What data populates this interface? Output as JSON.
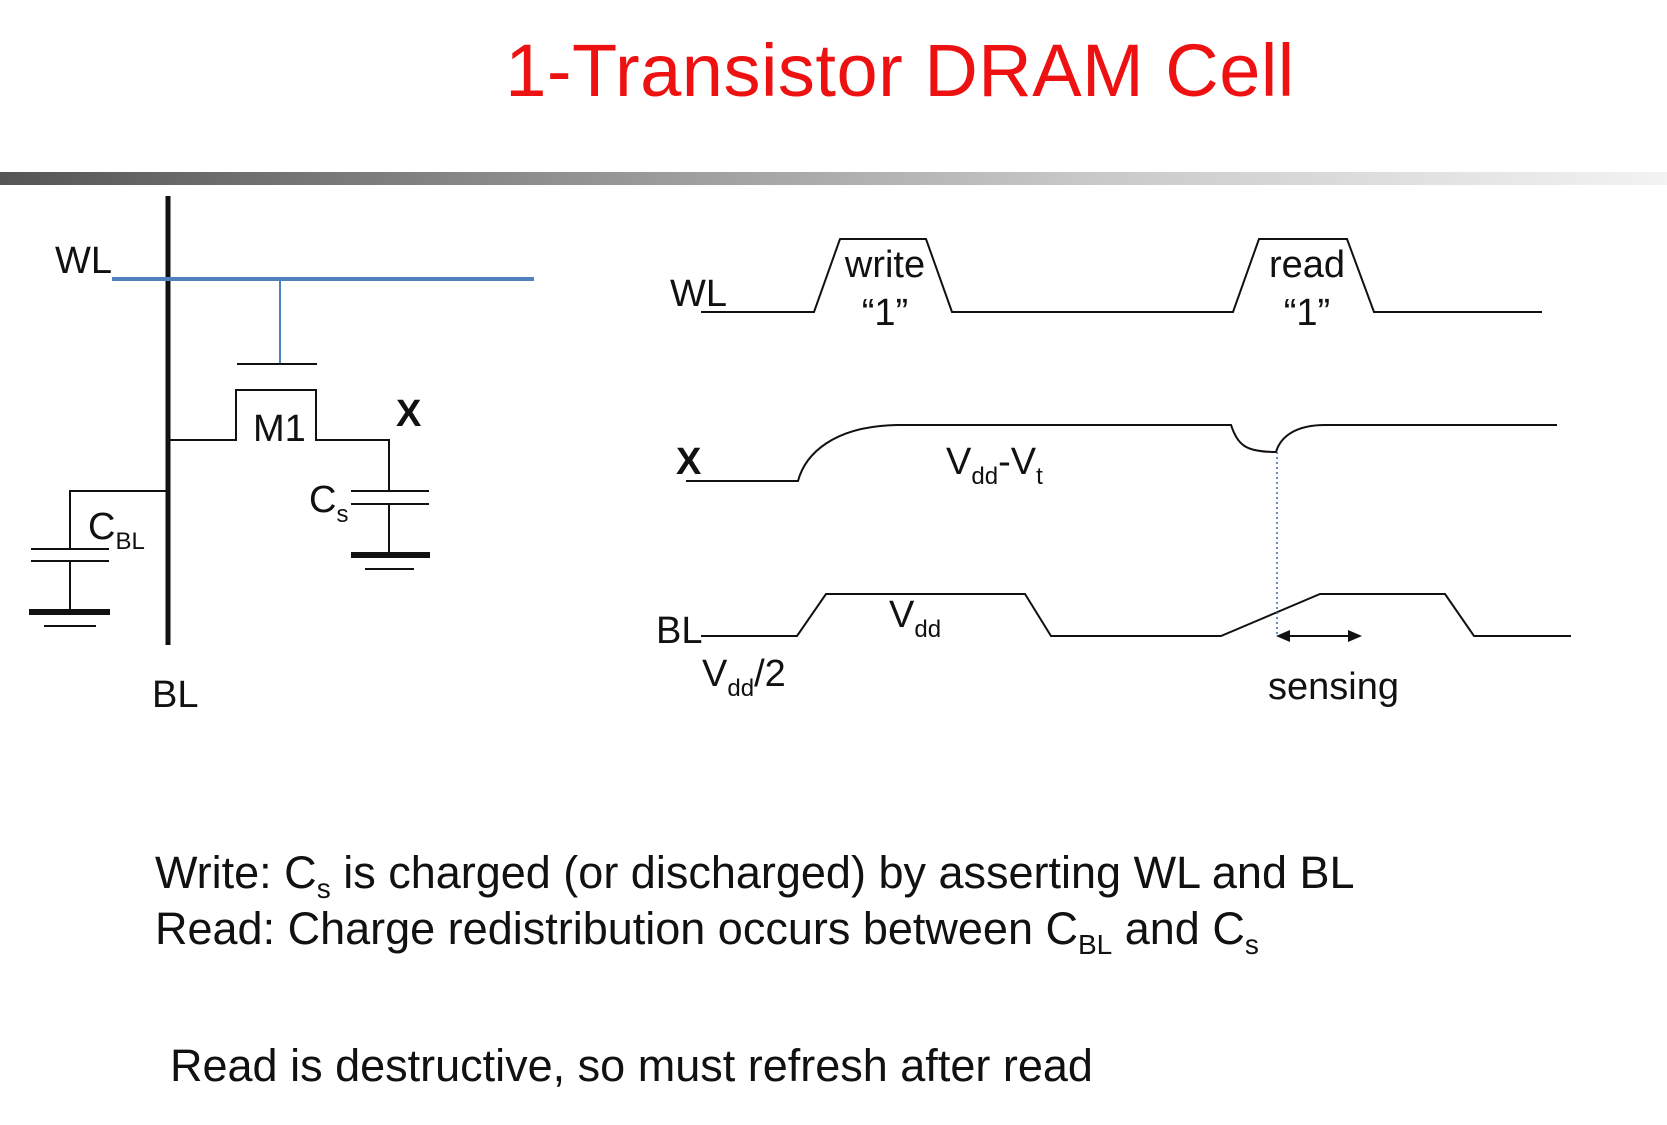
{
  "title": "1-Transistor DRAM Cell",
  "circuit": {
    "wl_label": "WL",
    "bl_label": "BL",
    "transistor_label": "M1",
    "node_label": "X",
    "cs_label": {
      "main": "C",
      "sub": "s"
    },
    "cbl_label": {
      "main": "C",
      "sub": "BL"
    }
  },
  "timing": {
    "wl_label": "WL",
    "x_label": "X",
    "bl_label": "BL",
    "write_label": {
      "line1": "write",
      "line2": "“1”"
    },
    "read_label": {
      "line1": "read",
      "line2": "“1”"
    },
    "vdd_vt": {
      "v": "V",
      "dd": "dd",
      "dash": "-V",
      "t": "t"
    },
    "vdd": {
      "v": "V",
      "dd": "dd"
    },
    "vdd_half": {
      "v": "V",
      "dd": "dd",
      "rest": "/2"
    },
    "sensing": "sensing"
  },
  "notes": {
    "write": {
      "a": "Write: C",
      "a_sub": "s",
      "b": " is charged (or discharged) by asserting WL and BL"
    },
    "read": {
      "a": "Read: Charge redistribution occurs between C",
      "a_sub": "BL",
      "b": " and C",
      "b_sub": "s"
    },
    "destructive": "Read is destructive, so must refresh after read"
  },
  "colors": {
    "title": "#ee1111",
    "wordline": "#4f81bd",
    "ink": "#111111"
  }
}
